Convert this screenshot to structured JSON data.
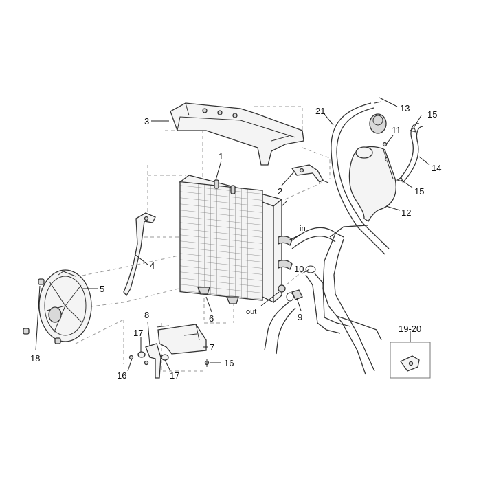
{
  "callouts": {
    "c1": "1",
    "c2": "2",
    "c3": "3",
    "c4": "4",
    "c5": "5",
    "c6": "6",
    "c7": "7",
    "c8": "8",
    "c9": "9",
    "c10": "10",
    "c11": "11",
    "c12": "12",
    "c13": "13",
    "c14": "14",
    "c15a": "15",
    "c15b": "15",
    "c16a": "16",
    "c16b": "16",
    "c17a": "17",
    "c17b": "17",
    "c18": "18",
    "c21": "21",
    "c1920": "19-20"
  },
  "flow_labels": {
    "in": "in",
    "out": "out"
  }
}
